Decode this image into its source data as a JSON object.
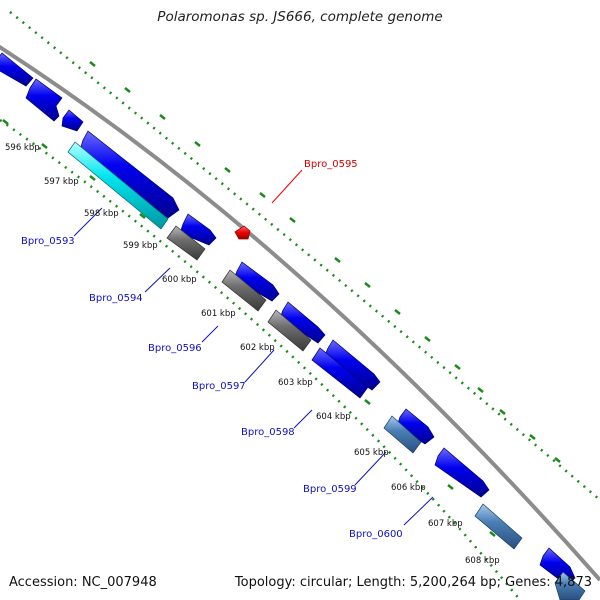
{
  "title": "Polaromonas sp. JS666, complete genome",
  "footer": {
    "accession": "Accession: NC_007948",
    "topology": "Topology: circular; Length: 5,200,264 bp; Genes: 4,873"
  },
  "colors": {
    "backbone": "#8c8c8c",
    "tick": "#1a8a1a",
    "cds_forward": "#0000ee",
    "cds_highlight": "#00e5ee",
    "cds_gray": "#6e6e6e",
    "cds_steel": "#4a7fb5",
    "selected": "#ee0000",
    "gene_label": "#1010c0",
    "selected_label": "#d00000"
  },
  "scale_labels": [
    "596 kbp",
    "597 kbp",
    "598 kbp",
    "599 kbp",
    "600 kbp",
    "601 kbp",
    "602 kbp",
    "603 kbp",
    "604 kbp",
    "605 kbp",
    "606 kbp",
    "607 kbp",
    "608 kbp"
  ],
  "gene_labels": [
    "Bpro_0593",
    "Bpro_0594",
    "Bpro_0596",
    "Bpro_0597",
    "Bpro_0598",
    "Bpro_0599",
    "Bpro_0600"
  ],
  "selected_label": "Bpro_0595"
}
